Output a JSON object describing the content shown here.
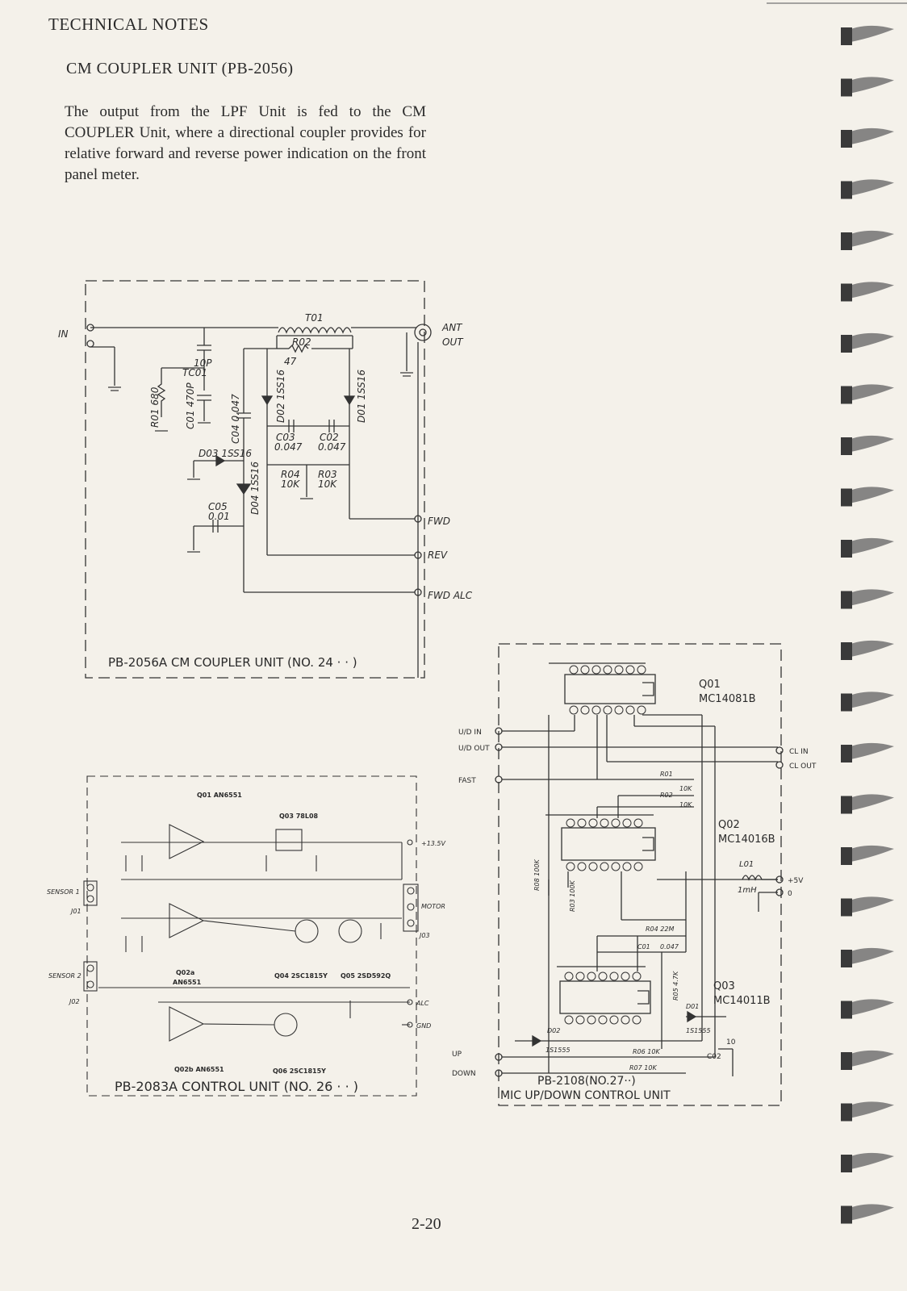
{
  "header": {
    "section": "TECHNICAL NOTES",
    "unit": "CM COUPLER UNIT (PB-2056)"
  },
  "intro_text": "The output from the LPF Unit is fed to the CM COUPLER Unit, where a directional coupler provides for relative forward and reverse power indication on the front panel meter.",
  "page_number": "2-20",
  "schematic_cm": {
    "caption": "PB-2056A CM COUPLER UNIT (NO. 24 · · )",
    "ports": {
      "in": "IN",
      "ant": "ANT",
      "out": "OUT",
      "fwd": "FWD",
      "rev": "REV",
      "fwd_alc": "FWD ALC"
    },
    "components": {
      "t01": "T01",
      "r02": "R02",
      "r02v": "47",
      "tc01": "TC01",
      "tc01v": "10P",
      "r01": "R01 680",
      "c01": "C01 470P",
      "c04": "C04 0.047",
      "d02": "D02 1SS16",
      "d01": "D01 1SS16",
      "c03": "C03",
      "c03v": "0.047",
      "c02": "C02",
      "c02v": "0.047",
      "d03": "D03 1SS16",
      "d04": "D04 1SS16",
      "r04": "R04",
      "r04v": "10K",
      "r03": "R03",
      "r03v": "10K",
      "c05": "C05",
      "c05v": "0.01"
    }
  },
  "schematic_control": {
    "caption": "PB-2083A CONTROL UNIT (NO. 26 · · )",
    "labels": {
      "q01": "Q01 AN6551",
      "q03": "Q03 78L08",
      "q04": "Q04 2SC1815Y",
      "q05": "Q05 2SD592Q",
      "q06": "Q06 2SC1815Y",
      "q02a": "Q02a",
      "q02a_part": "AN6551",
      "q02b": "Q02b AN6551",
      "sensor1": "SENSOR 1",
      "sensor2": "SENSOR 2",
      "j01": "J01",
      "j02": "J02",
      "j03": "J03",
      "v135": "+13.5V",
      "motor": "MOTOR",
      "alc": "ALC",
      "gnd": "GND"
    }
  },
  "schematic_mic": {
    "caption": "PB-2108(NO.27··)",
    "caption2": "MIC UP/DOWN CONTROL UNIT",
    "ics": [
      {
        "ref": "Q01",
        "part": "MC14081B"
      },
      {
        "ref": "Q02",
        "part": "MC14016B"
      },
      {
        "ref": "Q03",
        "part": "MC14011B"
      }
    ],
    "ports": {
      "ud_in": "U/D IN",
      "ud_out": "U/D OUT",
      "fast": "FAST",
      "up": "UP",
      "down": "DOWN",
      "cl_in": "CL IN",
      "cl_out": "CL OUT",
      "v5": "+5V",
      "zero": "0"
    },
    "components": {
      "r01": "R01",
      "r01v": "10K",
      "r02": "R02",
      "r02v": "10K",
      "l01": "L01",
      "l01v": "1mH",
      "r08": "R08 100K",
      "r03": "R03 100K",
      "r04": "R04 22M",
      "c01": "C01",
      "c01v": "0.047",
      "r05": "R05 4.7K",
      "d01": "D01",
      "d01v": "1S1555",
      "d02": "D02",
      "d02v": "1S1555",
      "r06": "R06 10K",
      "r07": "R07 10K",
      "c02": "C02",
      "c02v": "10"
    }
  }
}
